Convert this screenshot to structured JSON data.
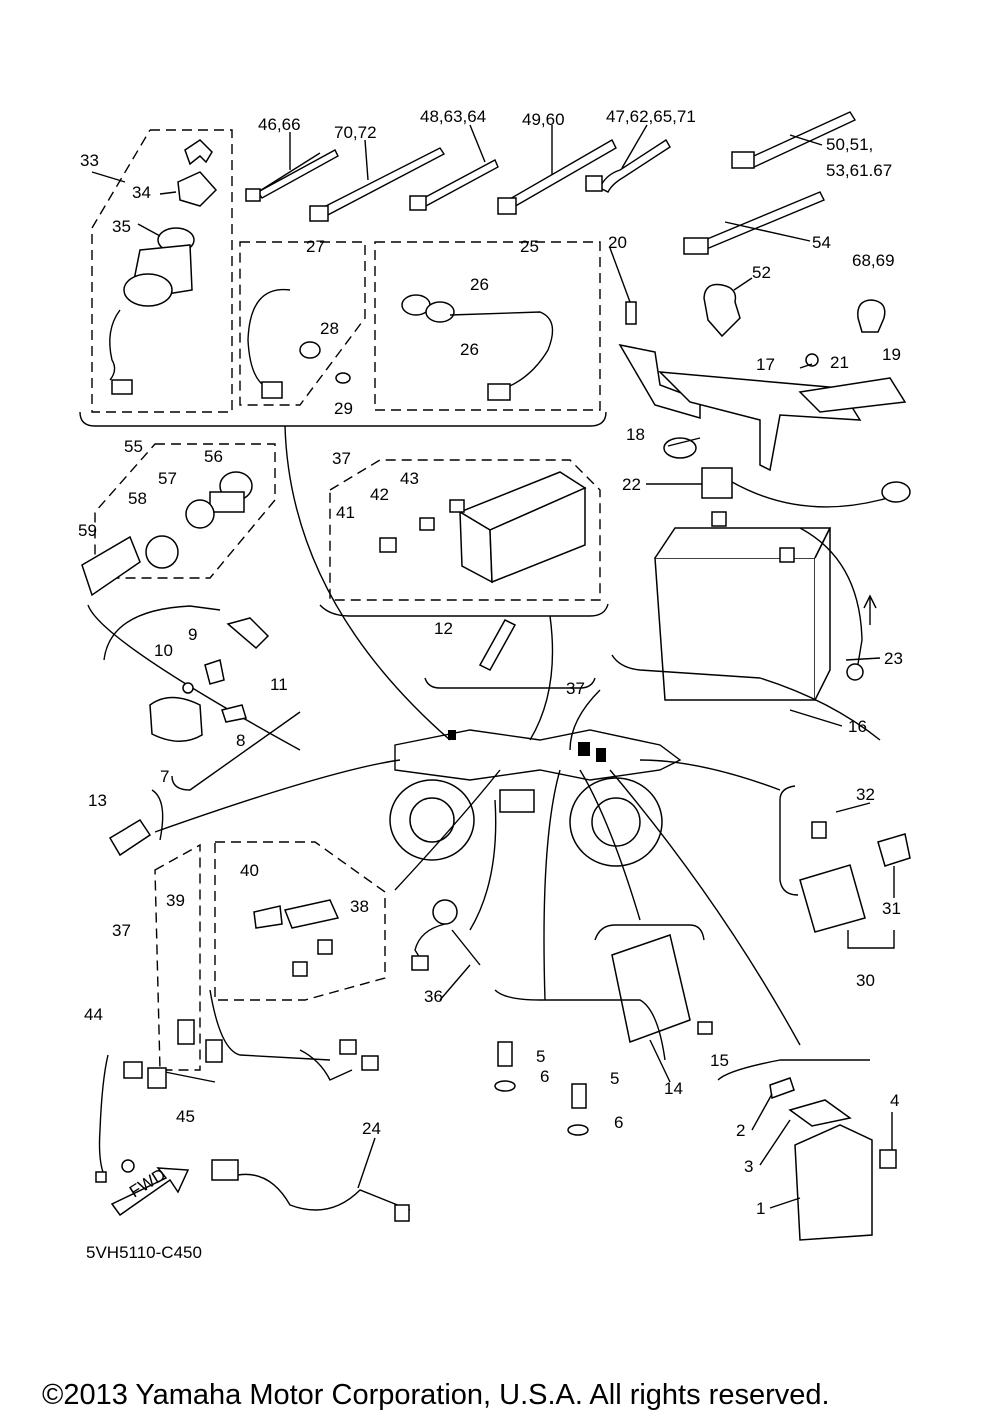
{
  "diagram": {
    "part_code": "5VH5110-C450",
    "copyright": "©2013 Yamaha Motor Corporation, U.S.A. All rights reserved.",
    "fwd_label": "FWD",
    "callouts": {
      "c1": "1",
      "c2": "2",
      "c3": "3",
      "c4": "4",
      "c5a": "5",
      "c5b": "5",
      "c6a": "6",
      "c6b": "6",
      "c7": "7",
      "c8": "8",
      "c9": "9",
      "c10": "10",
      "c11": "11",
      "c12": "12",
      "c13": "13",
      "c14": "14",
      "c15": "15",
      "c16": "16",
      "c17": "17",
      "c18": "18",
      "c19": "19",
      "c20": "20",
      "c21": "21",
      "c22": "22",
      "c23": "23",
      "c24": "24",
      "c25": "25",
      "c26a": "26",
      "c26b": "26",
      "c27": "27",
      "c28": "28",
      "c29": "29",
      "c30": "30",
      "c31": "31",
      "c32": "32",
      "c33": "33",
      "c34": "34",
      "c35": "35",
      "c36": "36",
      "c37a": "37",
      "c37b": "37",
      "c37c": "37",
      "c38": "38",
      "c39": "39",
      "c40": "40",
      "c41": "41",
      "c42": "42",
      "c43": "43",
      "c44": "44",
      "c45": "45",
      "c55": "55",
      "c56": "56",
      "c57": "57",
      "c58": "58",
      "c59": "59",
      "c46_66": "46,66",
      "c70_72": "70,72",
      "c48_63_64": "48,63,64",
      "c49_60": "49,60",
      "c47_62_65_71": "47,62,65,71",
      "c50_51": "50,51,",
      "c53_61_67": "53,61.67",
      "c54": "54",
      "c52": "52",
      "c68_69": "68,69"
    }
  }
}
